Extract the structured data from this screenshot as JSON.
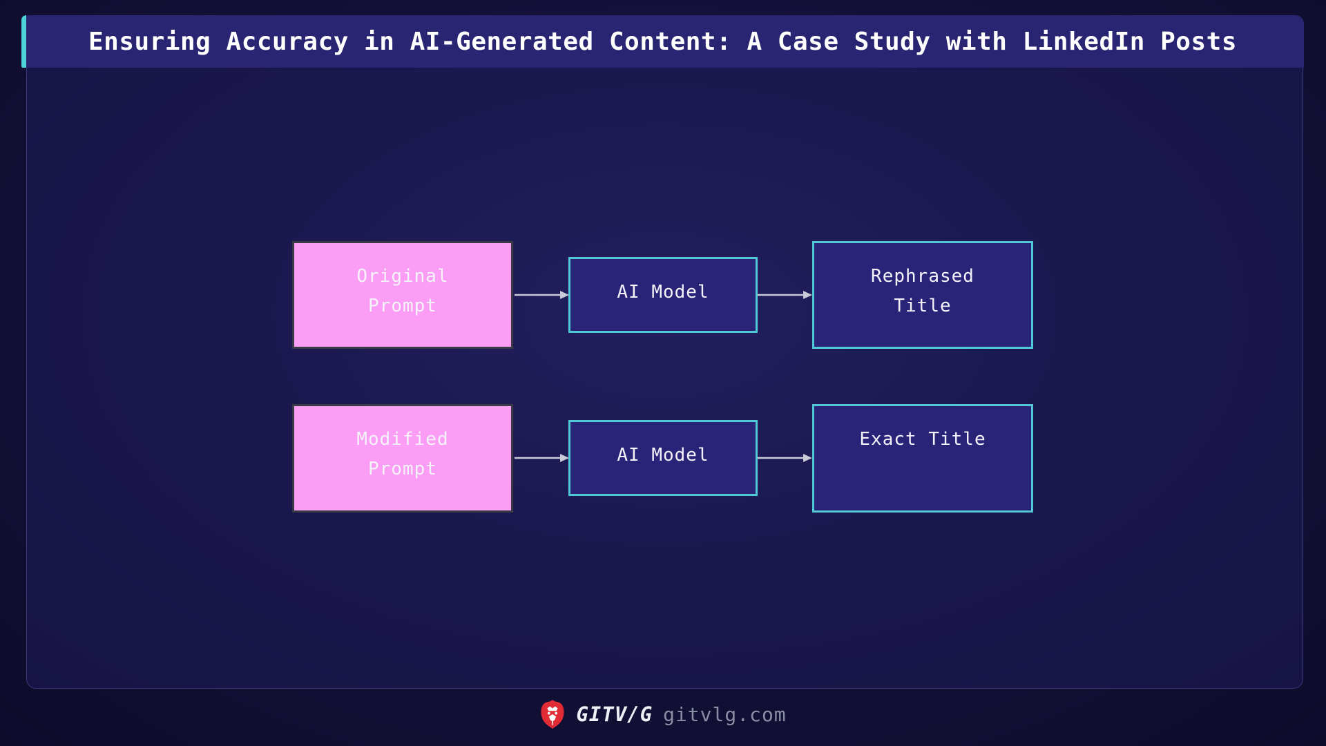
{
  "header": {
    "title": "Ensuring Accuracy in AI-Generated Content: A Case Study with LinkedIn Posts"
  },
  "diagram": {
    "nodes": {
      "original_prompt": {
        "line1": "Original",
        "line2": "Prompt"
      },
      "ai_model_top": {
        "line1": "AI Model",
        "line2": ""
      },
      "rephrased_title": {
        "line1": "Rephrased",
        "line2": "Title"
      },
      "modified_prompt": {
        "line1": "Modified",
        "line2": "Prompt"
      },
      "ai_model_bottom": {
        "line1": "AI Model",
        "line2": ""
      },
      "exact_title": {
        "line1": "Exact Title",
        "line2": ""
      }
    },
    "arrows": [
      "original-prompt-to-ai-model",
      "ai-model-to-rephrased-title",
      "modified-prompt-to-ai-model",
      "ai-model-to-exact-title"
    ]
  },
  "footer": {
    "brand": "GITV/G",
    "domain": "gitvlg.com",
    "logo_icon": "lion-icon"
  },
  "colors": {
    "accent_teal": "#4ed3d8",
    "header_bg": "#2a2572",
    "panel_bg": "#1c1952",
    "page_bg": "#100e30",
    "node_pink": "#fb9df5",
    "node_pink_border": "#3a3a44",
    "node_blue": "#2a2478",
    "node_blue_border": "#50c8d6",
    "arrow": "#c9cad6",
    "text_white": "#f5f3fa",
    "domain_text": "#8a8ea4",
    "logo_red": "#e32b35"
  }
}
